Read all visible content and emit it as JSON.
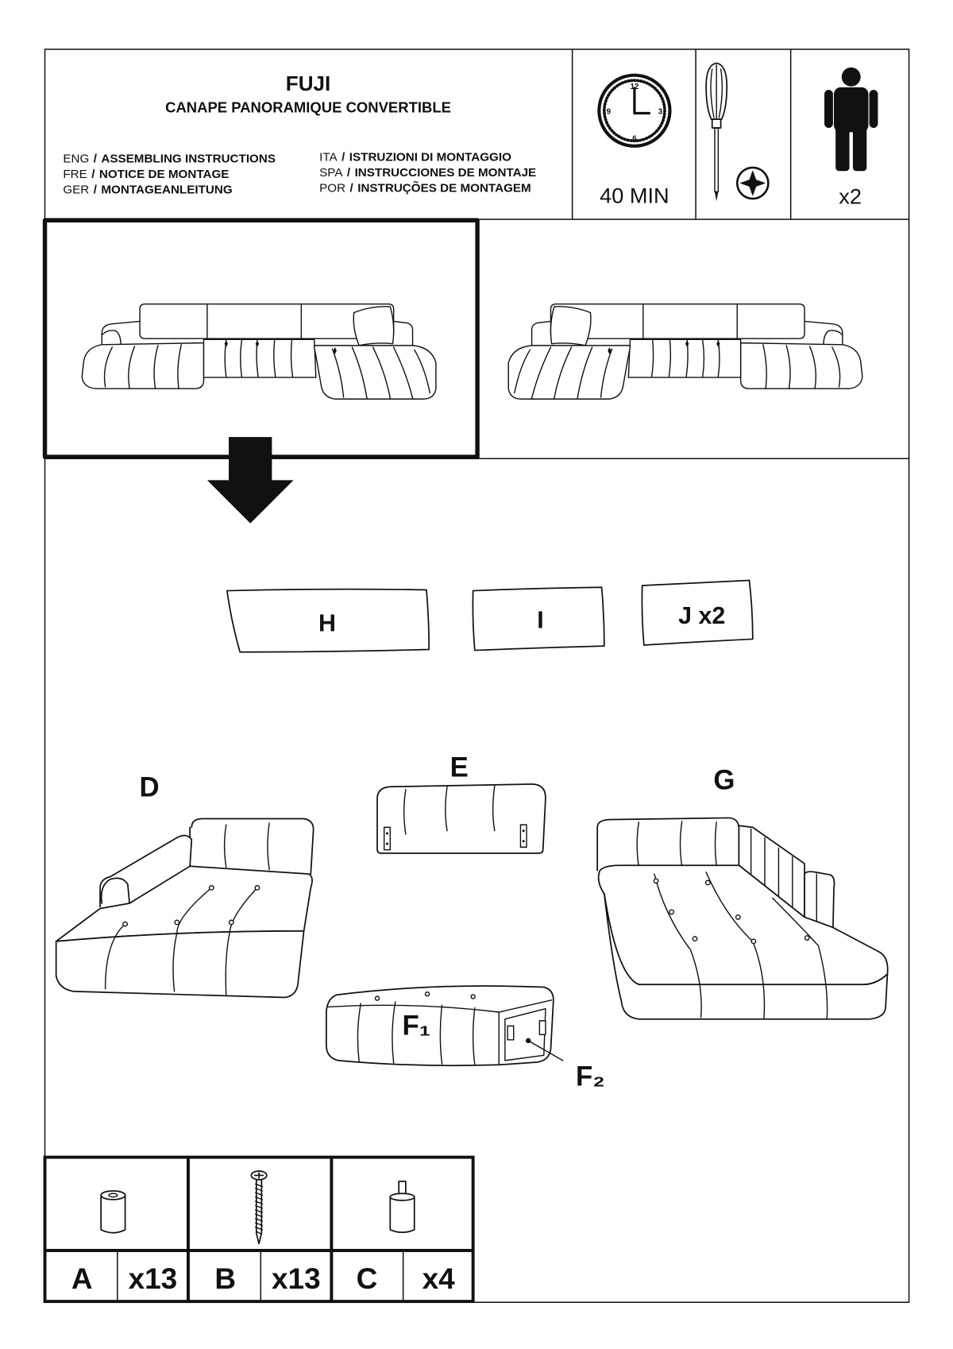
{
  "colors": {
    "ink": "#111111",
    "paper": "#ffffff"
  },
  "header": {
    "title": "FUJI",
    "subtitle": "CANAPE PANORAMIQUE CONVERTIBLE",
    "separator": "/",
    "languages": [
      {
        "code": "ENG",
        "label": "ASSEMBLING INSTRUCTIONS"
      },
      {
        "code": "FRE",
        "label": "NOTICE DE MONTAGE"
      },
      {
        "code": "GER",
        "label": "MONTAGEANLEITUNG"
      },
      {
        "code": "ITA",
        "label": "ISTRUZIONI DI MONTAGGIO"
      },
      {
        "code": "SPA",
        "label": "INSTRUCCIONES DE MONTAJE"
      },
      {
        "code": "POR",
        "label": "INSTRUÇÕES DE MONTAGEM"
      }
    ]
  },
  "info": {
    "clock_icon": "clock-icon",
    "clock_numbers": [
      "12",
      "3",
      "6",
      "9"
    ],
    "time": "40 MIN",
    "tools": [
      "screwdriver-icon",
      "phillips-head-icon"
    ],
    "person_icon": "person-icon",
    "persons": "x2"
  },
  "cushions": [
    {
      "label": "H"
    },
    {
      "label": "I"
    },
    {
      "label": "J x2"
    }
  ],
  "pieces": {
    "D": "D",
    "E": "E",
    "G": "G",
    "F1": "F₁",
    "F2": "F₂"
  },
  "parts": [
    {
      "id": "A",
      "count": "x13",
      "icon": "spacer-tube-icon"
    },
    {
      "id": "B",
      "count": "x13",
      "icon": "screw-icon"
    },
    {
      "id": "C",
      "count": "x4",
      "icon": "sofa-foot-icon"
    }
  ]
}
